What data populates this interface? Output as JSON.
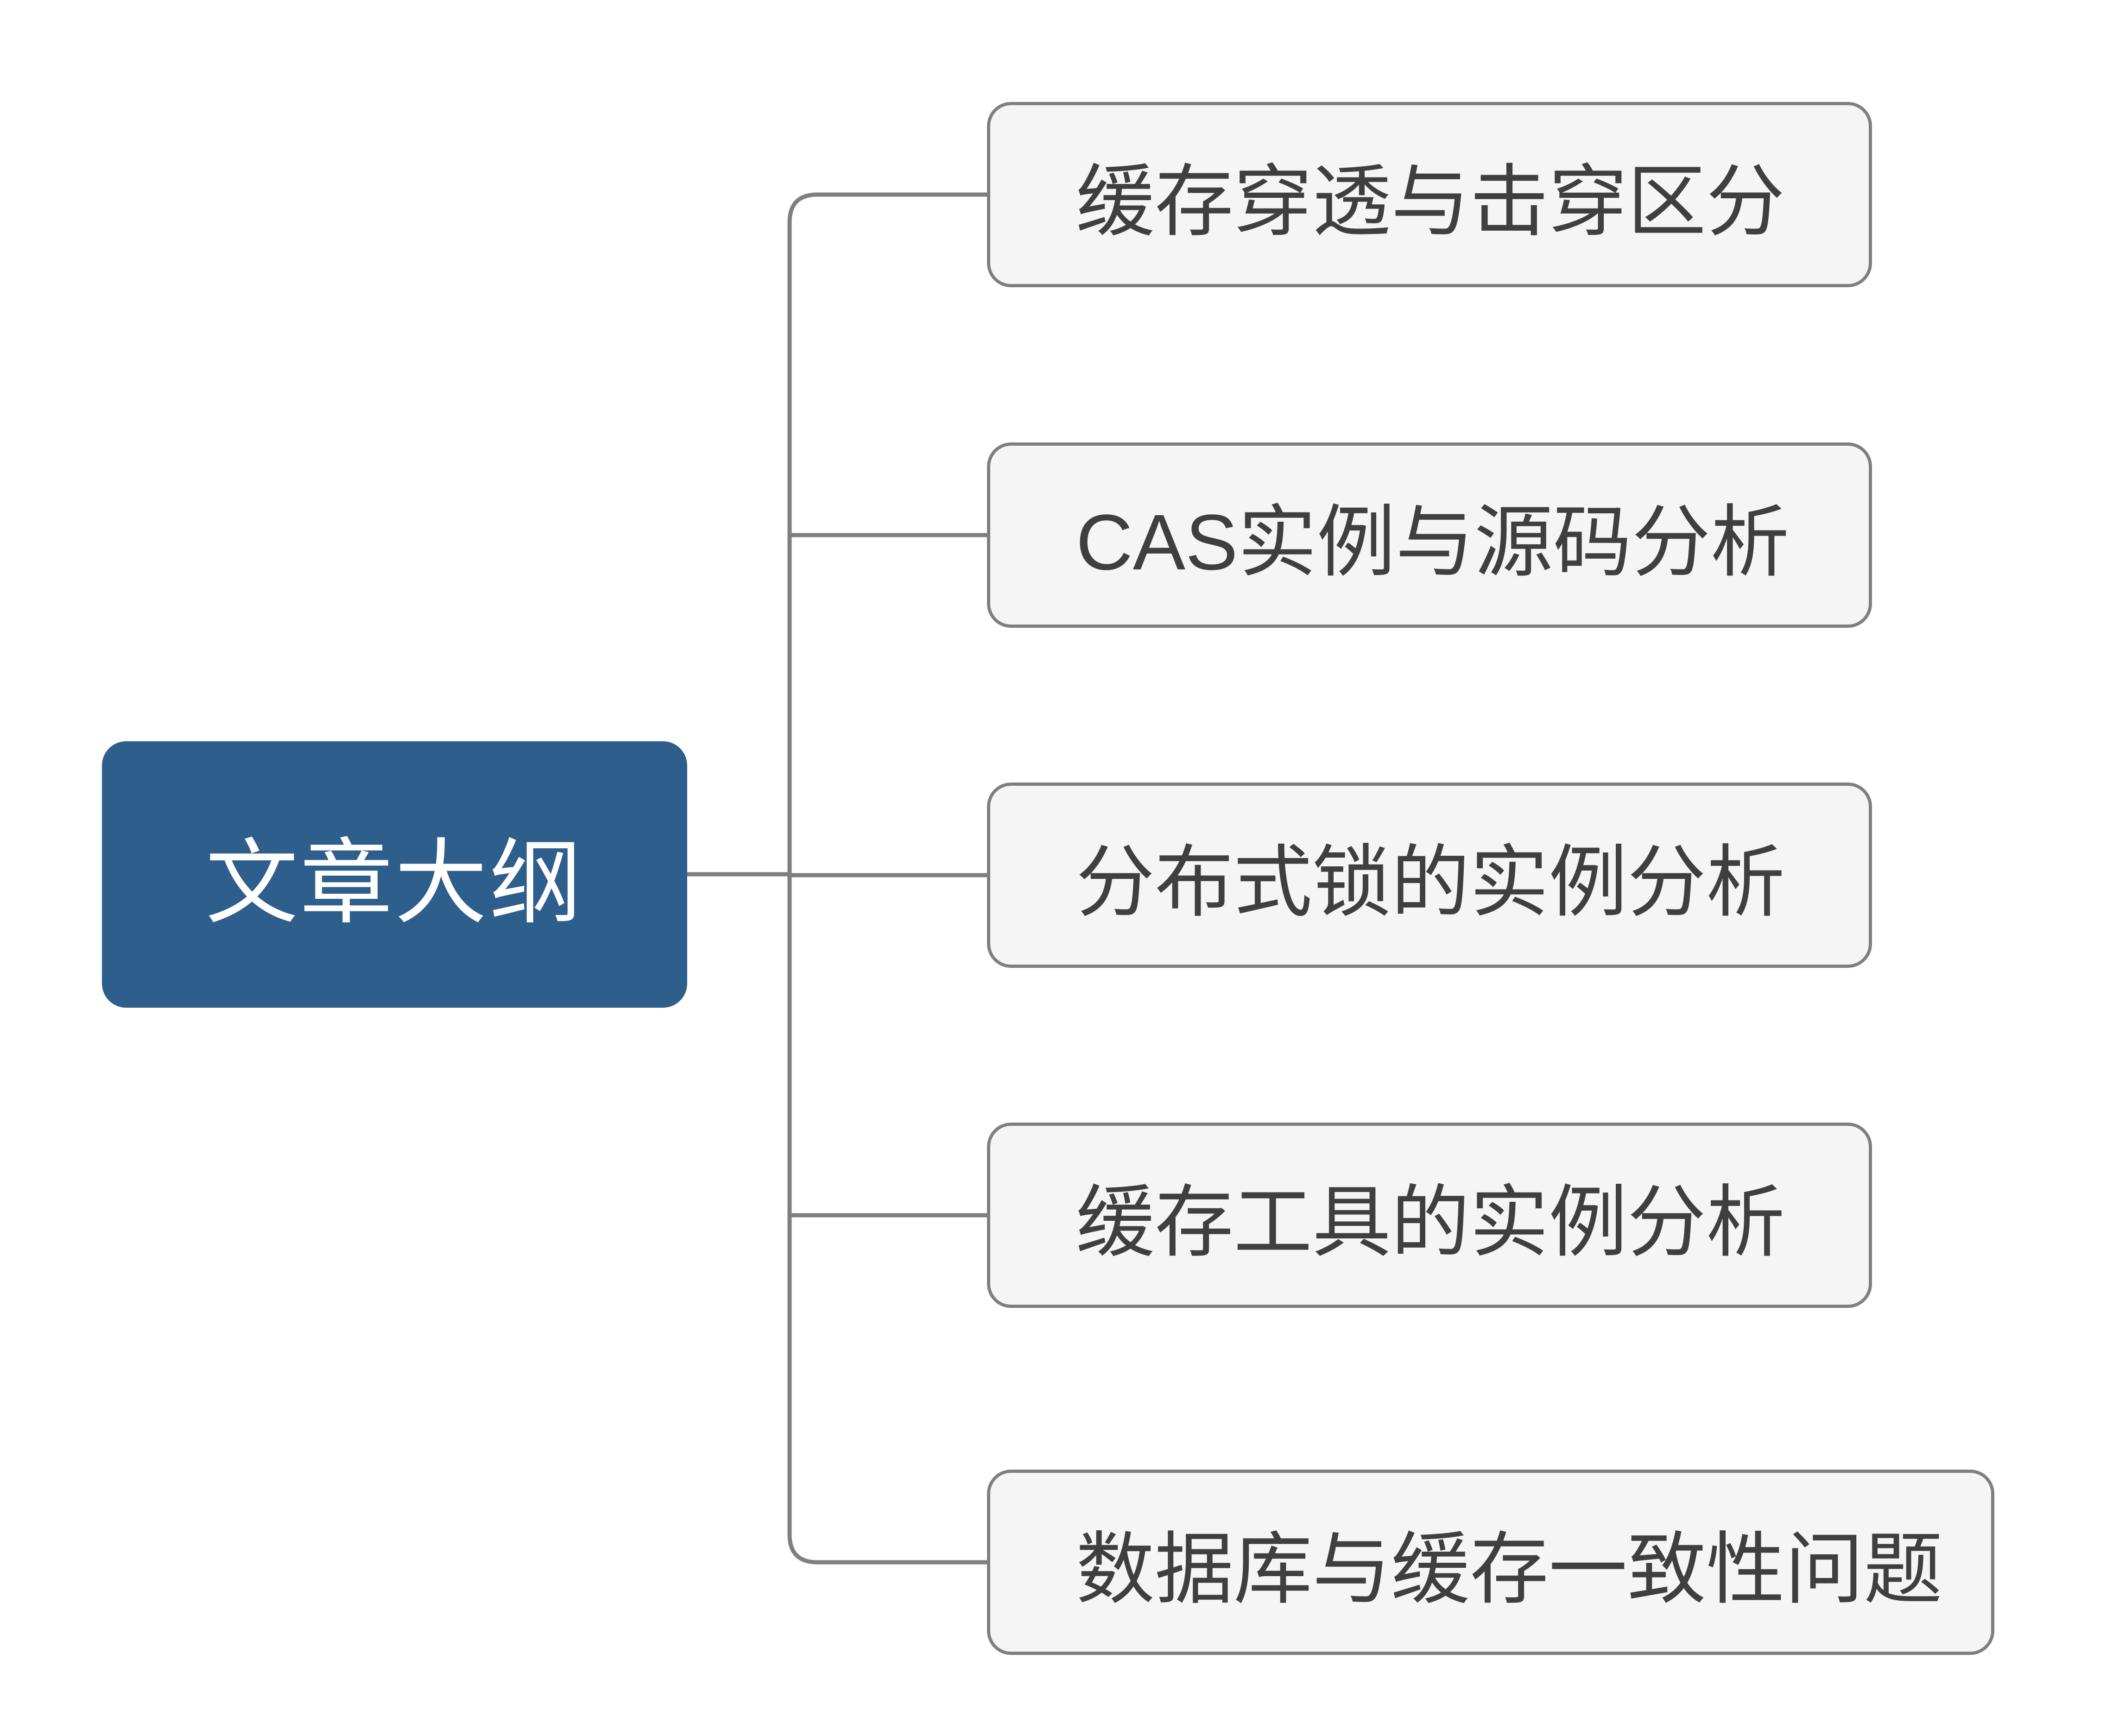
{
  "diagram": {
    "root": {
      "label": "文章大纲"
    },
    "children": [
      {
        "label": "缓存穿透与击穿区分"
      },
      {
        "label": "CAS实例与源码分析"
      },
      {
        "label": "分布式锁的实例分析"
      },
      {
        "label": "缓存工具的实例分析"
      },
      {
        "label": "数据库与缓存一致性问题"
      }
    ],
    "colors": {
      "canvas_bg": "#ffffff",
      "root_bg": "#2e5e8c",
      "root_text": "#ffffff",
      "child_bg": "#f5f5f5",
      "child_border": "#7f7f7f",
      "child_text": "#3f3f3f",
      "connector": "#7f7f7f"
    }
  }
}
